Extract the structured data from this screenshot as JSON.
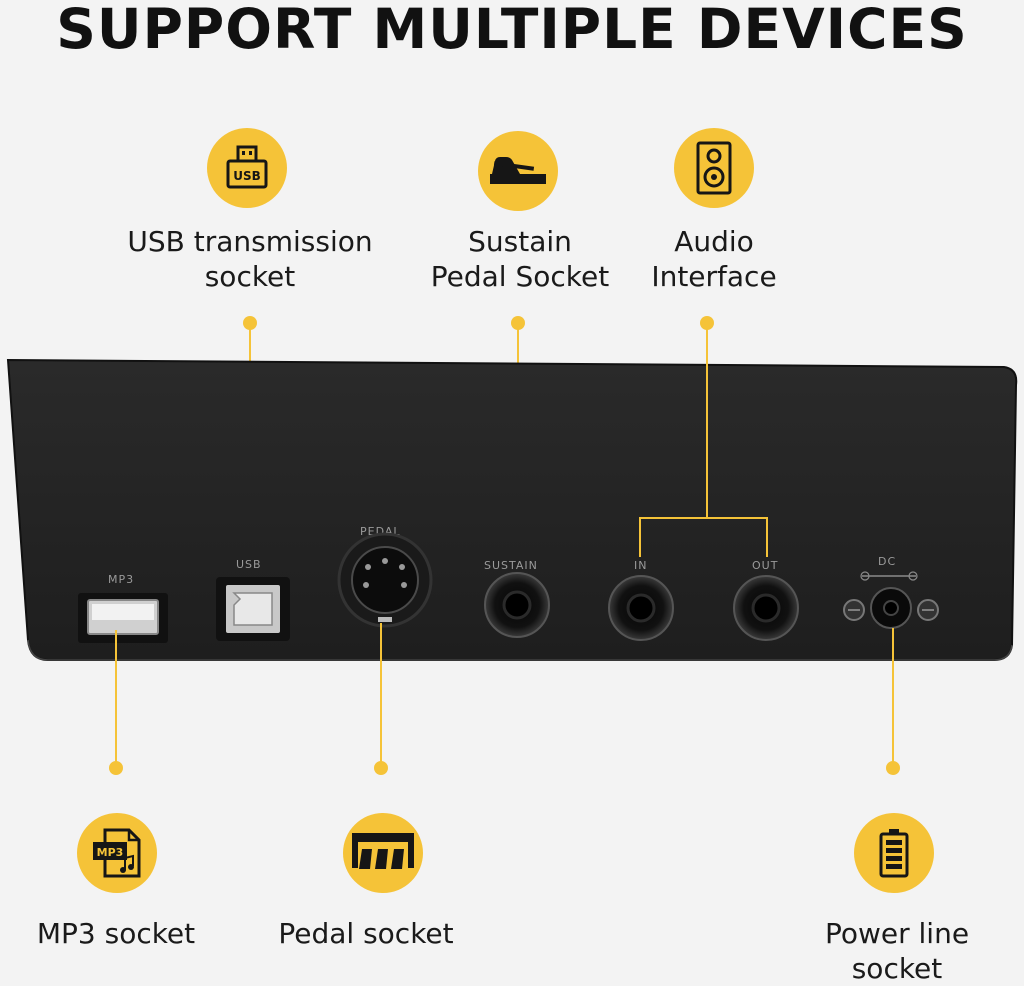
{
  "title": "SUPPORT MULTIPLE DEVICES",
  "colors": {
    "accent": "#f5c338",
    "panel": "#262626",
    "icon_dark": "#161616"
  },
  "features_top": [
    {
      "icon": "usb-icon",
      "icon_text": "USB",
      "label_line1": "USB transmission",
      "label_line2": "socket"
    },
    {
      "icon": "sustain-pedal-icon",
      "label_line1": "Sustain",
      "label_line2": "Pedal Socket"
    },
    {
      "icon": "speaker-icon",
      "label_line1": "Audio",
      "label_line2": "Interface"
    }
  ],
  "features_bottom": [
    {
      "icon": "mp3-file-icon",
      "icon_text": "MP3",
      "label_line1": "MP3 socket"
    },
    {
      "icon": "pedal-unit-icon",
      "label_line1": "Pedal socket"
    },
    {
      "icon": "battery-icon",
      "label_line1": "Power line",
      "label_line2": "socket"
    }
  ],
  "panel_labels": {
    "mp3": "MP3",
    "usb": "USB",
    "pedal": "PEDAL",
    "sustain": "SUSTAIN",
    "in": "IN",
    "out": "OUT",
    "dc": "DC"
  }
}
